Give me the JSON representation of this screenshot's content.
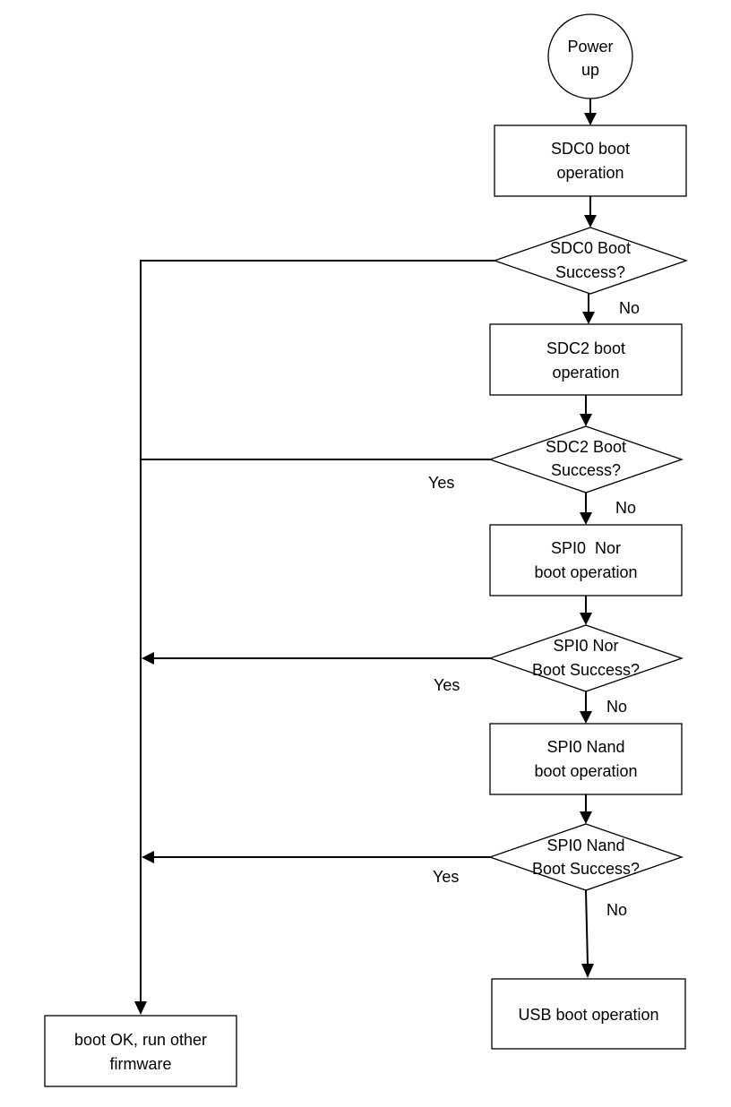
{
  "diagram": {
    "type": "flowchart",
    "start": {
      "label_lines": [
        "Power",
        "up"
      ]
    },
    "steps": [
      {
        "label_lines": [
          "SDC0 boot",
          "operation"
        ]
      },
      {
        "label_lines": [
          "SDC2 boot",
          "operation"
        ]
      },
      {
        "label_lines": [
          "SPI0  Nor",
          "boot operation"
        ]
      },
      {
        "label_lines": [
          "SPI0 Nand",
          "boot operation"
        ]
      },
      {
        "label_lines": [
          "USB boot operation"
        ]
      }
    ],
    "decisions": [
      {
        "label_lines": [
          "SDC0 Boot",
          "Success?"
        ]
      },
      {
        "label_lines": [
          "SDC2 Boot",
          "Success?"
        ]
      },
      {
        "label_lines": [
          "SPI0 Nor",
          "Boot Success?"
        ]
      },
      {
        "label_lines": [
          "SPI0 Nand",
          "Boot Success?"
        ]
      }
    ],
    "end": {
      "label_lines": [
        "boot OK, run other",
        "firmware"
      ]
    },
    "edge_labels": {
      "no": [
        "No",
        "No",
        "No",
        "No"
      ],
      "yes": [
        "Yes",
        "Yes",
        "Yes"
      ]
    }
  }
}
